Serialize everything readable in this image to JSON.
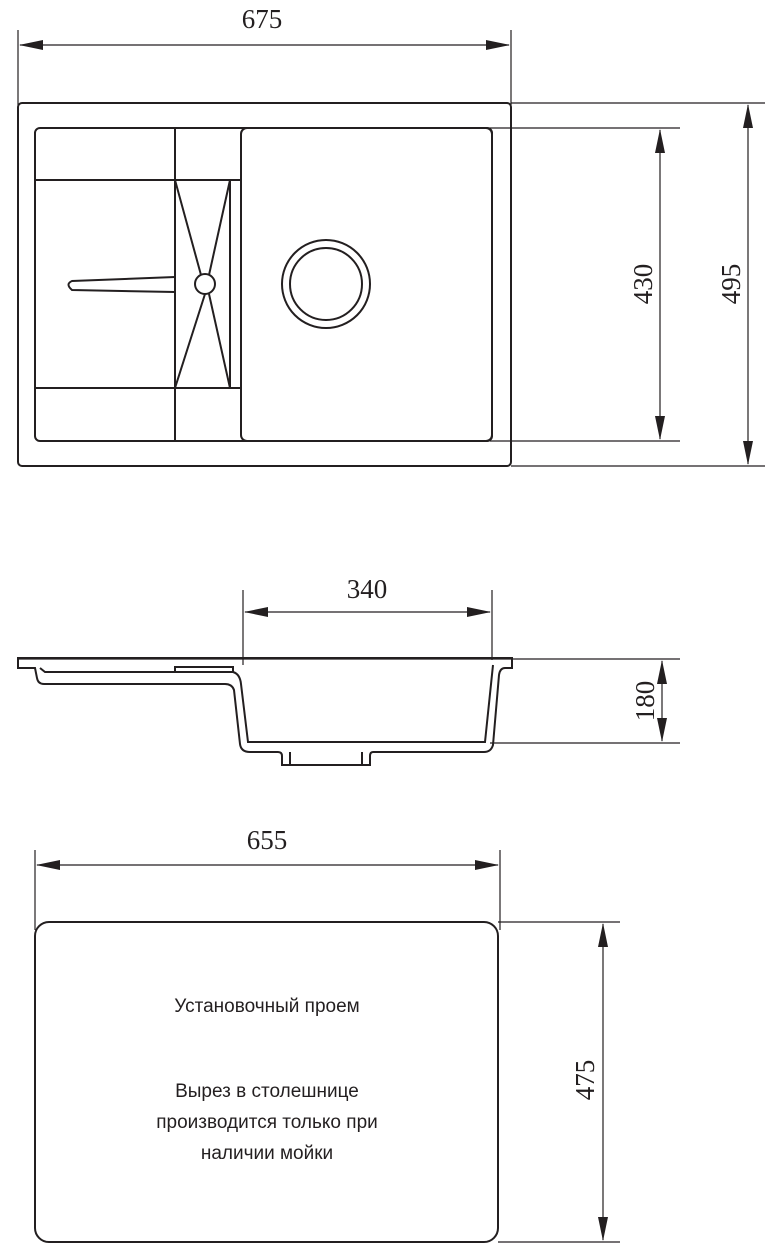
{
  "dimensions": {
    "top_width": "675",
    "bowl_height": "430",
    "total_depth": "495",
    "bowl_width": "340",
    "bowl_depth": "180",
    "cutout_width": "655",
    "cutout_depth": "475"
  },
  "cutout": {
    "title": "Установочный проем",
    "note_lines": [
      "Вырез в столешнице",
      "производится только при",
      "наличии мойки"
    ]
  },
  "colors": {
    "line": "#231f20"
  }
}
